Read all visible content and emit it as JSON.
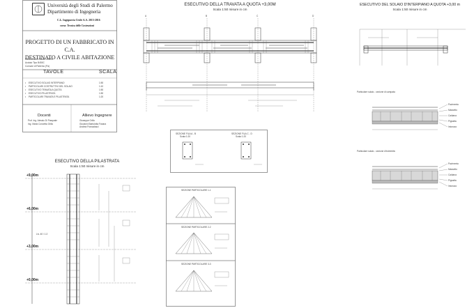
{
  "header": {
    "university": "Università degli Studi di Palermo",
    "department": "Dipartimento di Ingegneria",
    "course": "C.L. Ingegneria Civile A.A. 2015-2016",
    "subject": "corso: Tecnica delle Costruzioni"
  },
  "project": {
    "title_line1": "PROGETTO  DI UN FABBRICATO IN C.A.",
    "title_line2": "DESTINATO A CIVILE ABITAZIONE",
    "specs": [
      "Calcestruzzo Classe C28/35",
      "Acciaio Tipo B450C",
      "Comune di Palermo (Pa)"
    ]
  },
  "tavole": {
    "header": "TAVOLE",
    "scale_header": "SCALA",
    "rows": [
      {
        "name": "ESECUTIVO SOLAIO INTERPIANO",
        "scale": "1:50"
      },
      {
        "name": "PARTICOLARI COSTRUTTIVI DEL SOLAIO",
        "scale": "1:10"
      },
      {
        "name": "ESECUTIVO TRAVATA A QUOTA",
        "scale": "1:50"
      },
      {
        "name": "ESECUTIVO PILASTRATA",
        "scale": "1:50"
      },
      {
        "name": "PARTICOLARI TRAVATA E PILASTRATA",
        "scale": "1:20"
      }
    ]
  },
  "credits": {
    "docenti_label": "Docenti",
    "allievo_label": "Allievo Ingegnere",
    "docenti": [
      "Prof. Ing. Alessio Di Pasquale",
      "Ing. Maria Concetta Grillo"
    ],
    "allievi": [
      "Giuseppe Grillo",
      "Giovanni Bartolotta Fanara",
      "Andrea Francalasci"
    ]
  },
  "travata": {
    "title": "ESECUTIVO DELLA TRAVATA  A QUOTA +3,00M",
    "scale": "Scala 1:50 misure in cm",
    "labels": [
      "A",
      "B",
      "C",
      "D"
    ],
    "sections_title": "SEZIONI TRAVATA",
    "section_left": "SEZIONE FILA A - B",
    "section_right": "SEZIONE FILA C - D",
    "section_scale": "Scala 1:20"
  },
  "solaio": {
    "title": "ESECUTIVO DEL SOLAIO D'INTERPIANO A QUOTA +3,00 m",
    "scale": "Scala 1:50 misure in cm",
    "detail1": "Particolare solaio - sezione di campata",
    "detail2": "Particolare solaio - sezione d'estremità",
    "layers": [
      "Pavimento",
      "Massetto",
      "Caldana",
      "Pignatta",
      "Intonaco"
    ]
  },
  "pilastrata": {
    "title": "ESECUTIVO DELLA PILASTRATA",
    "scale": "Scala 1:50 misure in cm",
    "levels": [
      "+9,00m",
      "+6,00m",
      "+3,00m",
      "+0,00m"
    ],
    "level_label": "Liv. 40 / 1:2"
  },
  "particolari": {
    "items": [
      "SEZIONE PARTICOLARE 1-1",
      "SEZIONE PARTICOLARE 2-2",
      "SEZIONE PARTICOLARE 3-3"
    ]
  }
}
